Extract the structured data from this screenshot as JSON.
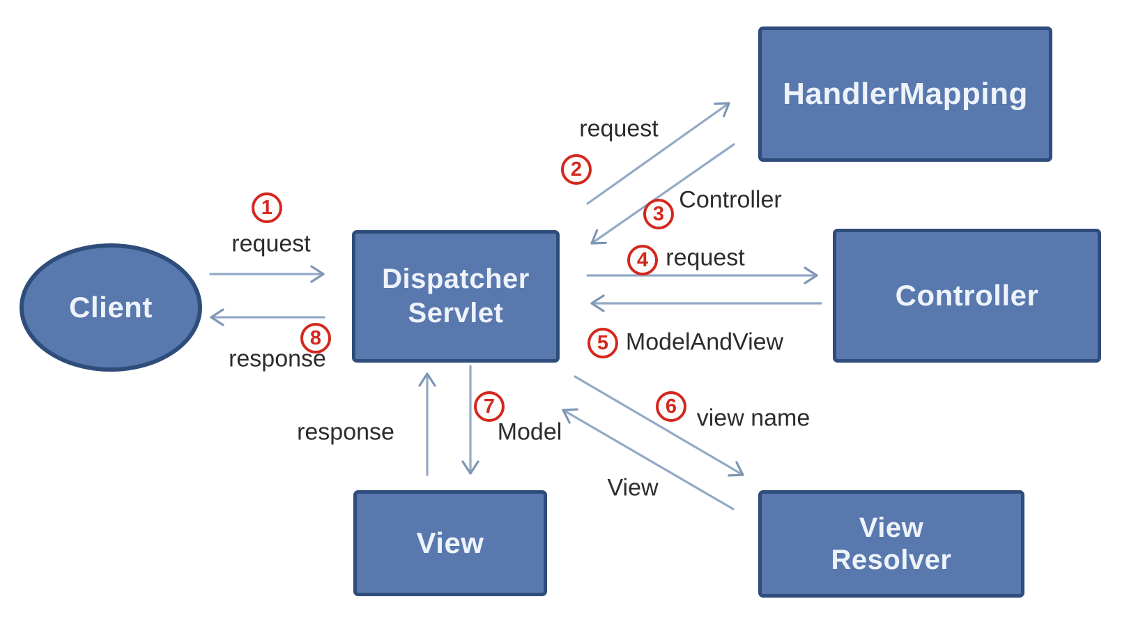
{
  "colors": {
    "node_fill": "#5878ae",
    "node_border": "#2e4d7b",
    "node_text": "#eef3fa",
    "arrow_line": "#93a9c6",
    "arrow_head": "#7e95b4",
    "badge_red": "#d3281e",
    "label_text": "#2d2c2a",
    "background": "#ffffff"
  },
  "nodes": {
    "client": {
      "label": "Client",
      "shape": "ellipse"
    },
    "dispatcher_servlet": {
      "line1": "Dispatcher",
      "line2": "Servlet",
      "shape": "rect"
    },
    "handler_mapping": {
      "label": "HandlerMapping",
      "shape": "rect"
    },
    "controller": {
      "label": "Controller",
      "shape": "rect"
    },
    "view": {
      "label": "View",
      "shape": "rect"
    },
    "view_resolver": {
      "line1": "View",
      "line2": "Resolver",
      "shape": "rect"
    }
  },
  "flows": [
    {
      "num": "1",
      "label": "request",
      "from": "client",
      "to": "dispatcher_servlet"
    },
    {
      "num": "2",
      "label": "request",
      "from": "dispatcher_servlet",
      "to": "handler_mapping"
    },
    {
      "num": "3",
      "label": "Controller",
      "from": "handler_mapping",
      "to": "dispatcher_servlet"
    },
    {
      "num": "4",
      "label": "request",
      "from": "dispatcher_servlet",
      "to": "controller"
    },
    {
      "num": "5",
      "label": "ModelAndView",
      "from": "controller",
      "to": "dispatcher_servlet"
    },
    {
      "num": "6",
      "label": "view name",
      "from": "dispatcher_servlet",
      "to": "view_resolver"
    },
    {
      "num": "7",
      "label": "Model",
      "from": "dispatcher_servlet",
      "to": "view"
    },
    {
      "num": "8",
      "label": "response",
      "from": "dispatcher_servlet",
      "to": "client"
    },
    {
      "num": null,
      "label": "View",
      "from": "view_resolver",
      "to": "dispatcher_servlet"
    },
    {
      "num": null,
      "label": "response",
      "from": "view",
      "to": "dispatcher_servlet"
    }
  ]
}
